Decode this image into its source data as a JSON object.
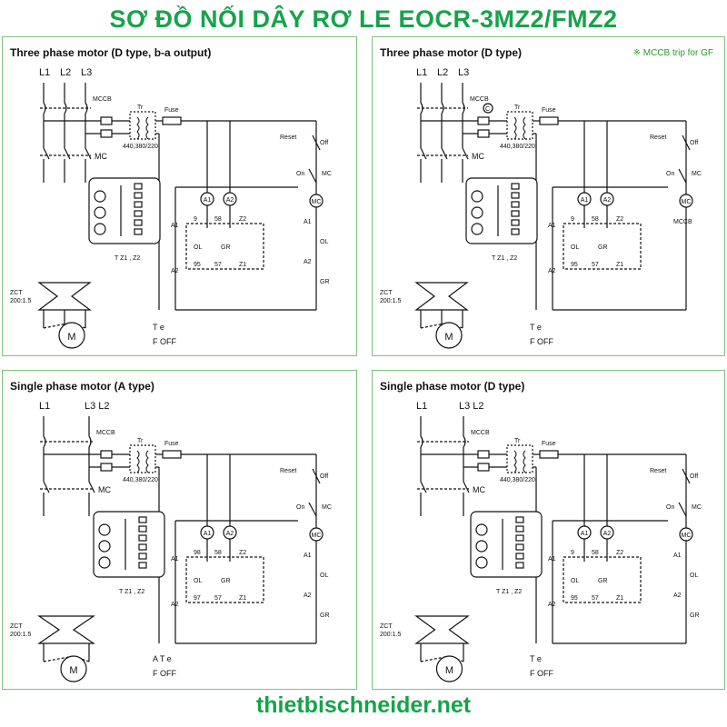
{
  "page_title": "SƠ ĐỒ NỐI DÂY RƠ LE EOCR-3MZ2/FMZ2",
  "footer": "thietbischneider.net",
  "colors": {
    "accent": "#16a34a",
    "border": "#7cc47c",
    "line": "#111111"
  },
  "panels": [
    {
      "title": "Three phase motor (D type, b-a output)",
      "note": "",
      "lines": [
        "L1",
        "L2",
        "L3"
      ],
      "mccb": "MCCB",
      "mc": "MC",
      "tr": "Tr",
      "fuse": "Fuse",
      "tr_voltage": "440,380/220",
      "reset": "Reset",
      "off": "Off",
      "on": "On",
      "zct": "ZCT",
      "zct_ratio": "200:1.5",
      "meters": [
        "A1",
        "A2"
      ],
      "terminals": {
        "a1": "A1",
        "a2": "A2",
        "t1": "9",
        "t2": "58",
        "t3": "Z2",
        "b1": "95",
        "b2": "57",
        "b3": "Z1"
      },
      "contacts": {
        "ol": "OL",
        "gr": "GR"
      },
      "tz": "T  Z1 , Z2",
      "coil_right": [
        "MC",
        "A1",
        "OL",
        "A2",
        "GR"
      ],
      "legend_1": "T  e",
      "legend_2": "F   OFF",
      "motor": "M"
    },
    {
      "title": "Three phase motor (D type)",
      "note": "※ MCCB trip for GF",
      "lines": [
        "L1",
        "L2",
        "L3"
      ],
      "mccb": "MCCB",
      "mc": "MC",
      "tr": "Tr",
      "fuse": "Fuse",
      "tr_voltage": "440,380/220",
      "reset": "Reset",
      "off": "Off",
      "on": "On",
      "zct": "ZCT",
      "zct_ratio": "200:1.5",
      "meters": [
        "A1",
        "A2"
      ],
      "terminals": {
        "a1": "A1",
        "a2": "A2",
        "t1": "9",
        "t2": "58",
        "t3": "Z2",
        "b1": "95",
        "b2": "57",
        "b3": "Z1"
      },
      "contacts": {
        "ol": "OL",
        "gr": "GR"
      },
      "tz": "T  Z1 , Z2",
      "coil_right": [
        "MC",
        "MCCB"
      ],
      "legend_1": "T  e",
      "legend_2": "F  OFF",
      "motor": "M"
    },
    {
      "title": "Single phase motor (A type)",
      "note": "",
      "lines": [
        "L1",
        "L3 L2"
      ],
      "mccb": "MCCB",
      "mc": "MC",
      "tr": "Tr",
      "fuse": "Fuse",
      "tr_voltage": "440,380/220",
      "reset": "Reset",
      "off": "Off",
      "on": "On",
      "zct": "ZCT",
      "zct_ratio": "200:1.5",
      "meters": [
        "A1",
        "A2"
      ],
      "terminals": {
        "a1": "A1",
        "a2": "A2",
        "t1": "98",
        "t2": "58",
        "t3": "Z2",
        "b1": "97",
        "b2": "57",
        "b3": "Z1"
      },
      "contacts": {
        "ol": "OL",
        "gr": "GR"
      },
      "tz": "T  Z1 , Z2",
      "coil_right": [
        "MC",
        "A1",
        "OL",
        "A2",
        "GR"
      ],
      "legend_1": "A T  e",
      "legend_2": "F   OFF",
      "motor": "M"
    },
    {
      "title": "Single phase motor (D type)",
      "note": "",
      "lines": [
        "L1",
        "L3 L2"
      ],
      "mccb": "MCCB",
      "mc": "MC",
      "tr": "Tr",
      "fuse": "Fuse",
      "tr_voltage": "440,380/220",
      "reset": "Reset",
      "off": "Off",
      "on": "On",
      "zct": "ZCT",
      "zct_ratio": "200:1.5",
      "meters": [
        "A1",
        "A2"
      ],
      "terminals": {
        "a1": "A1",
        "a2": "A2",
        "t1": "9",
        "t2": "58",
        "t3": "Z2",
        "b1": "95",
        "b2": "57",
        "b3": "Z1"
      },
      "contacts": {
        "ol": "OL",
        "gr": "GR"
      },
      "tz": "T  Z1 , Z2",
      "coil_right": [
        "MC",
        "A1",
        "OL",
        "A2",
        "GR"
      ],
      "legend_1": "T  e",
      "legend_2": "F   OFF",
      "motor": "M"
    }
  ]
}
